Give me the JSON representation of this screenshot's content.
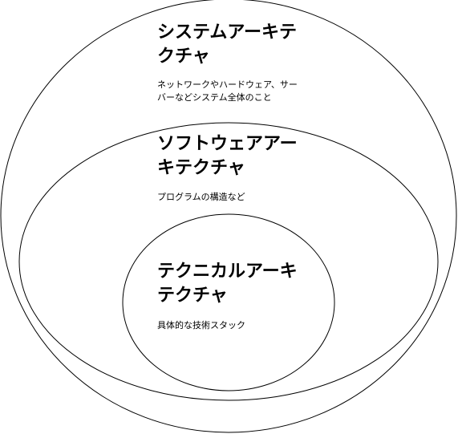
{
  "layers": [
    {
      "title": "システムアーキテクチャ",
      "description": "ネットワークやハードウェア、サーバーなどシステム全体のこと"
    },
    {
      "title": "ソフトウェアアーキテクチャ",
      "description": "プログラムの構造など"
    },
    {
      "title": "テクニカルアーキテクチャ",
      "description": "具体的な技術スタック"
    }
  ],
  "colors": {
    "stroke": "#000000",
    "background": "#ffffff"
  }
}
